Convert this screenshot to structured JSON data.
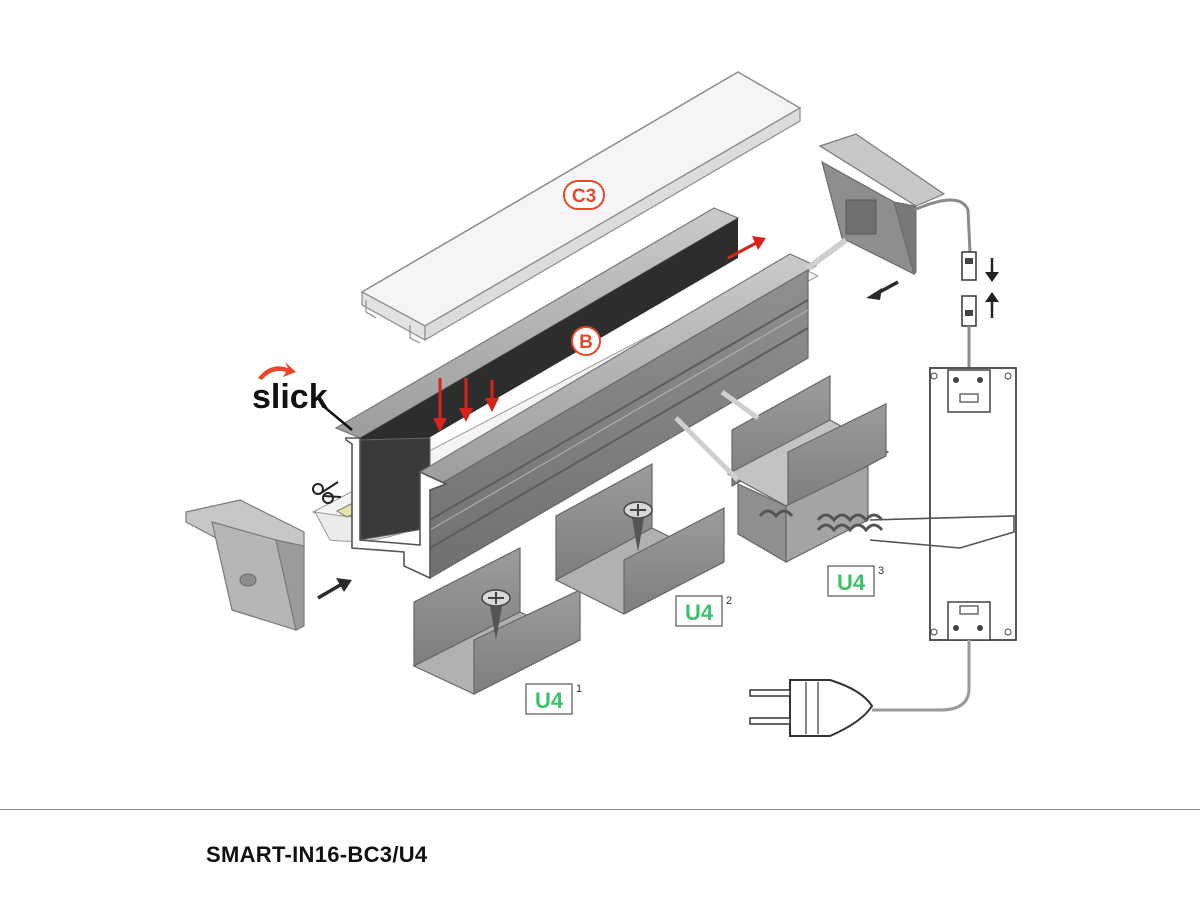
{
  "labels": {
    "cover": "C3",
    "profile": "B",
    "brand": "slick",
    "mount_1": "U4",
    "mount_1_sup": "1",
    "mount_2": "U4",
    "mount_2_sup": "2",
    "mount_3": "U4",
    "mount_3_sup": "3"
  },
  "footer": {
    "product_code": "SMART-IN16-BC3/U4"
  },
  "colors": {
    "circle_label": "#e8472b",
    "mount_label": "#3cc36a",
    "arrow_red": "#d9231a",
    "arrow_dark": "#2b2b2b",
    "profile_gray": "#a9abaa",
    "profile_dark": "#6e706f",
    "cover_fill": "#f4f4f4"
  },
  "icons": [
    "scissors-icon",
    "screw-icon",
    "plug-icon",
    "power-supply-icon",
    "connector-icon",
    "slick-swoosh-icon"
  ]
}
